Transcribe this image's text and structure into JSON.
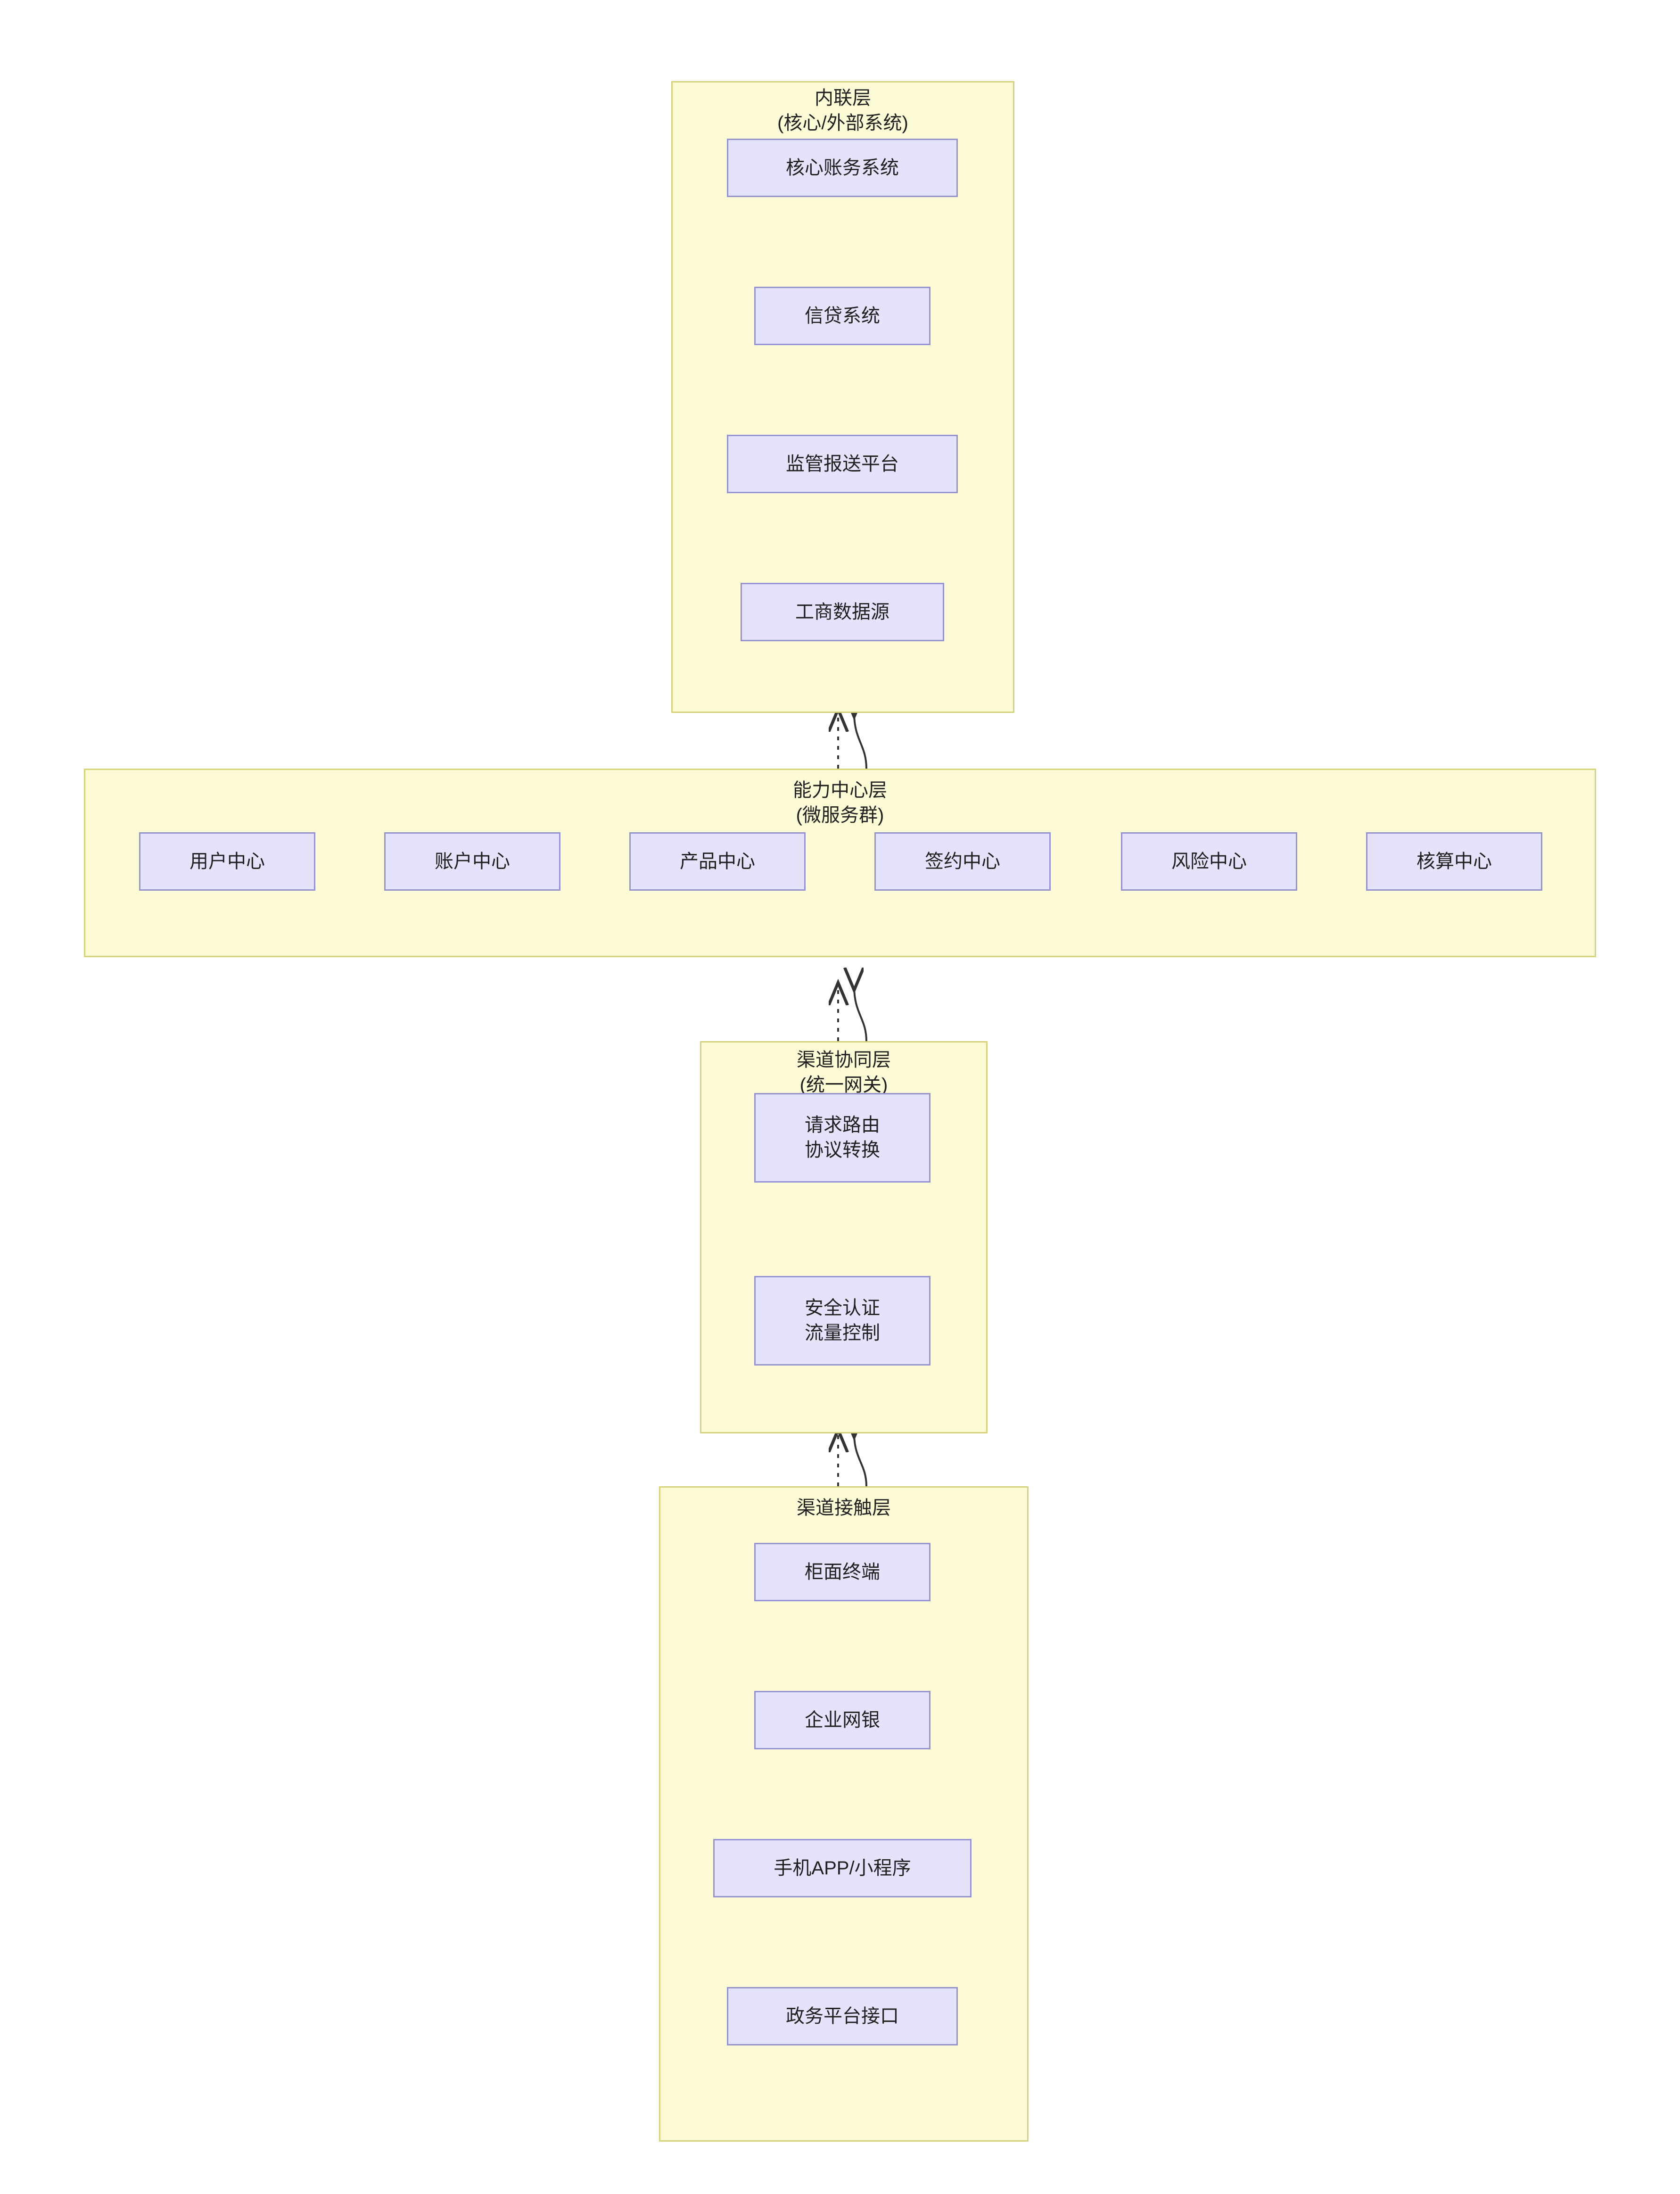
{
  "diagram": {
    "type": "layered-architecture",
    "title_visible": false,
    "colors": {
      "layer_fill": "#fdfbd5",
      "layer_border": "#d6d37a",
      "node_fill": "#e5e3fb",
      "node_border": "#9492d0",
      "text": "#1f1f1f",
      "edge": "#333333"
    },
    "layers": [
      {
        "id": "internal",
        "title": "内联层\n(核心/外部系统)",
        "nodes": [
          {
            "id": "core-accounting",
            "label": "核心账务系统"
          },
          {
            "id": "credit-system",
            "label": "信贷系统"
          },
          {
            "id": "regulatory-report",
            "label": "监管报送平台"
          },
          {
            "id": "business-data-source",
            "label": "工商数据源"
          }
        ]
      },
      {
        "id": "capability",
        "title": "能力中心层\n(微服务群)",
        "nodes": [
          {
            "id": "user-center",
            "label": "用户中心"
          },
          {
            "id": "account-center",
            "label": "账户中心"
          },
          {
            "id": "product-center",
            "label": "产品中心"
          },
          {
            "id": "contract-center",
            "label": "签约中心"
          },
          {
            "id": "risk-center",
            "label": "风险中心"
          },
          {
            "id": "accounting-center",
            "label": "核算中心"
          }
        ]
      },
      {
        "id": "channel-collab",
        "title": "渠道协同层\n(统一网关)",
        "nodes": [
          {
            "id": "routing",
            "label": "请求路由\n协议转换"
          },
          {
            "id": "security",
            "label": "安全认证\n流量控制"
          }
        ]
      },
      {
        "id": "channel-touch",
        "title": "渠道接触层",
        "nodes": [
          {
            "id": "counter-terminal",
            "label": "柜面终端"
          },
          {
            "id": "corporate-ebank",
            "label": "企业网银"
          },
          {
            "id": "mobile-app",
            "label": "手机APP/小程序"
          },
          {
            "id": "gov-platform-api",
            "label": "政务平台接口"
          }
        ]
      }
    ],
    "edges": [
      {
        "id": "edge-capability-internal",
        "from": "capability",
        "to": "internal",
        "style": "dotted-bidirectional"
      },
      {
        "id": "edge-collab-capability",
        "from": "channel-collab",
        "to": "capability",
        "style": "dotted-bidirectional"
      },
      {
        "id": "edge-touch-collab",
        "from": "channel-touch",
        "to": "channel-collab",
        "style": "dotted-bidirectional"
      }
    ]
  }
}
